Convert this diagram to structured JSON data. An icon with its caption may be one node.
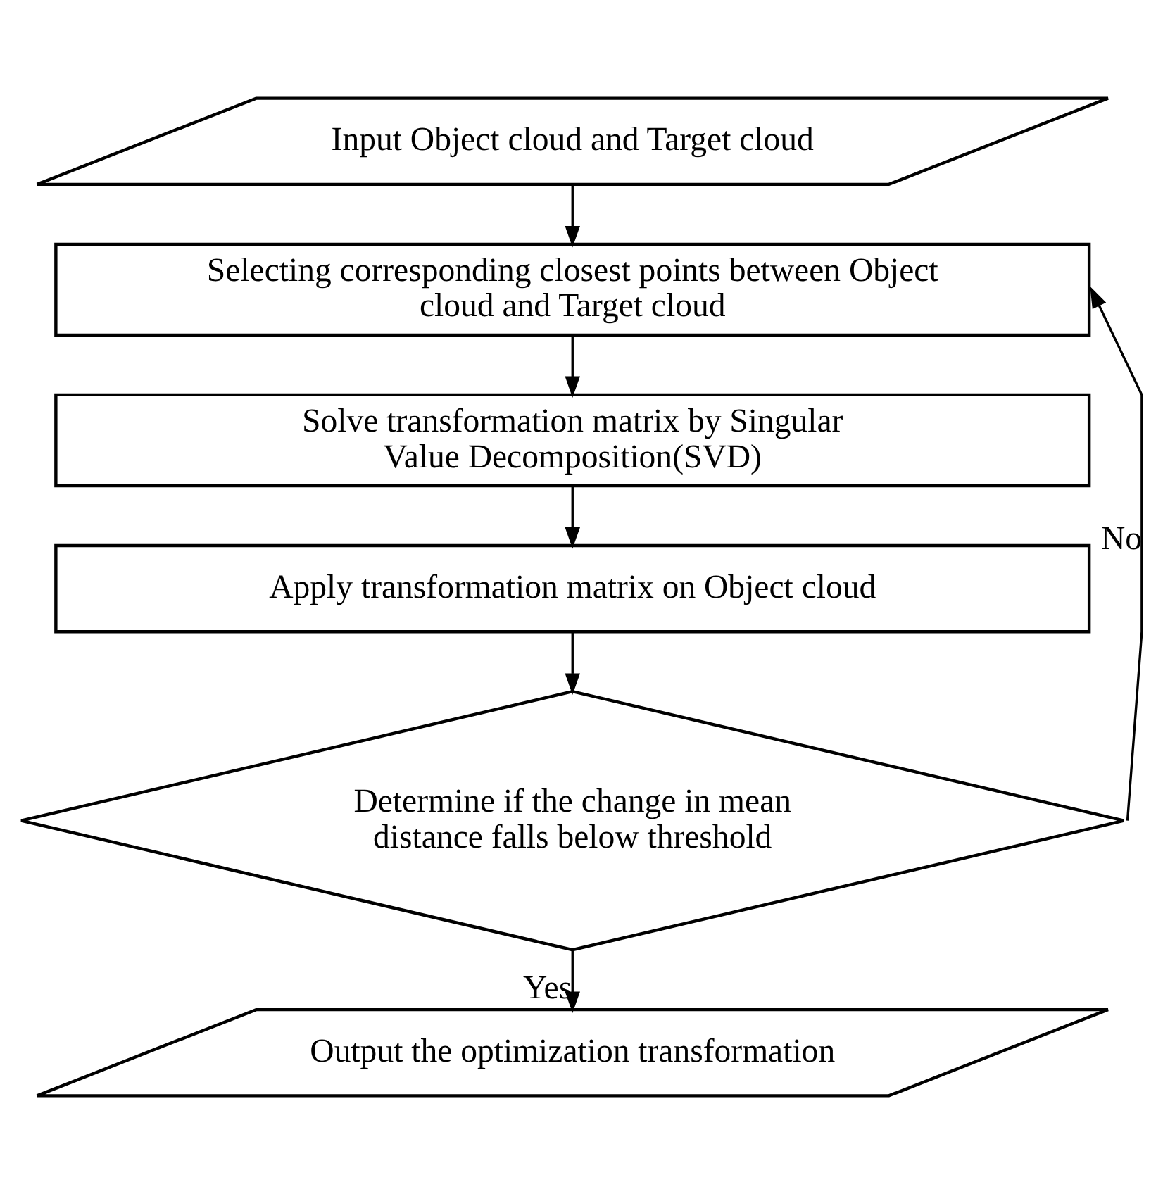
{
  "diagram": {
    "nodes": [
      {
        "text": [
          "Input Object cloud and Target cloud"
        ]
      },
      {
        "text": [
          "Selecting corresponding closest points between Object cloud and Target cloud"
        ]
      },
      {
        "text": [
          "Solve transformation matrix by Singular Value Decomposition(SVD)"
        ]
      },
      {
        "text": [
          "Apply transformation matrix on Object cloud"
        ]
      },
      {
        "text": [
          "Determine if the change in mean distance falls below threshold"
        ]
      },
      {
        "text": [
          "Output the optimization transformation"
        ]
      }
    ],
    "edges": [
      {
        "from": 0,
        "to": 1,
        "arrow": "to"
      },
      {
        "from": 1,
        "to": 2,
        "arrow": "to"
      },
      {
        "from": 2,
        "to": 3,
        "arrow": "to"
      },
      {
        "from": 3,
        "to": 4,
        "arrow": "to"
      },
      {
        "from": 4,
        "to": 1,
        "arrow": "to",
        "label": "No"
      },
      {
        "from": 4,
        "to": 5,
        "arrow": "to",
        "label": "Yes"
      }
    ]
  }
}
